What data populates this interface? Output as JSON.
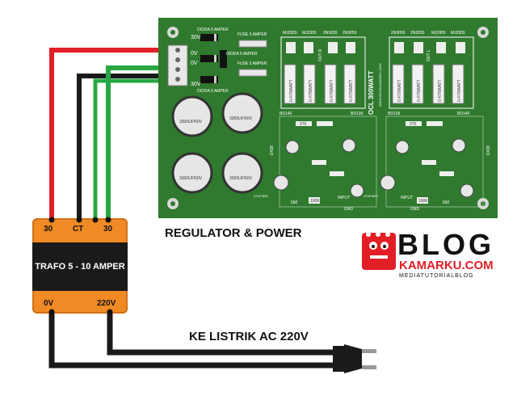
{
  "pcb": {
    "output_labels": [
      "30V",
      "0V",
      "0V",
      "30V"
    ],
    "diode_labels": [
      "DIODA 5 AMPER",
      "DIODA 5 AMPER",
      "DIODA 5 AMPER"
    ],
    "fuse_labels": [
      "FUSE 5 AMPER",
      "FUSE 5 AMPER"
    ],
    "capacitor_labels": [
      "3300UF/50V",
      "3300UF/50V",
      "3300UF/50V",
      "3300UF/50V"
    ],
    "transistor_labels": [
      "MJ2955",
      "MJ2955",
      "2N3055",
      "2N3055",
      "2N3055",
      "2N3055",
      "MJ2955",
      "MJ2955"
    ],
    "resistor_labels": [
      "0,47/5WATT",
      "0,47/5WATT",
      "0,47/5WATT",
      "0,47/5WATT",
      "0,47/5WATT",
      "0,47/5WATT",
      "0,47/5WATT",
      "0,47/5WATT"
    ],
    "amp_title": "OCL 300WATT",
    "url": "WWW.BLOGKAMARKU.COM",
    "out_labels": [
      "OUT R",
      "OUT L"
    ],
    "small_labels": [
      "BD140",
      "BD139",
      "BD139",
      "BD140",
      "270",
      "270",
      "D438",
      "D438",
      "INPUT",
      "INPUT",
      "GND",
      "GND",
      "560",
      "560",
      "100K",
      "100K",
      "47UF/50V",
      "47UF/50V"
    ]
  },
  "trafo": {
    "name": "TRAFO 5 - 10 AMPER",
    "top_terminals": [
      "30",
      "CT",
      "30"
    ],
    "bottom_terminals": [
      "0V",
      "220V"
    ]
  },
  "labels": {
    "regulator": "REGULATOR & POWER",
    "mains": "KE LISTRIK AC 220V"
  },
  "logo": {
    "word": "BLOG",
    "site": "KAMARKU.COM",
    "tagline": "MEDIATUTORIALBLOG"
  },
  "colors": {
    "pcb": "#2f7a2e",
    "wire_red": "#e21f26",
    "wire_black": "#1a1a1a",
    "wire_green": "#27a844",
    "trafo": "#f08a24"
  }
}
